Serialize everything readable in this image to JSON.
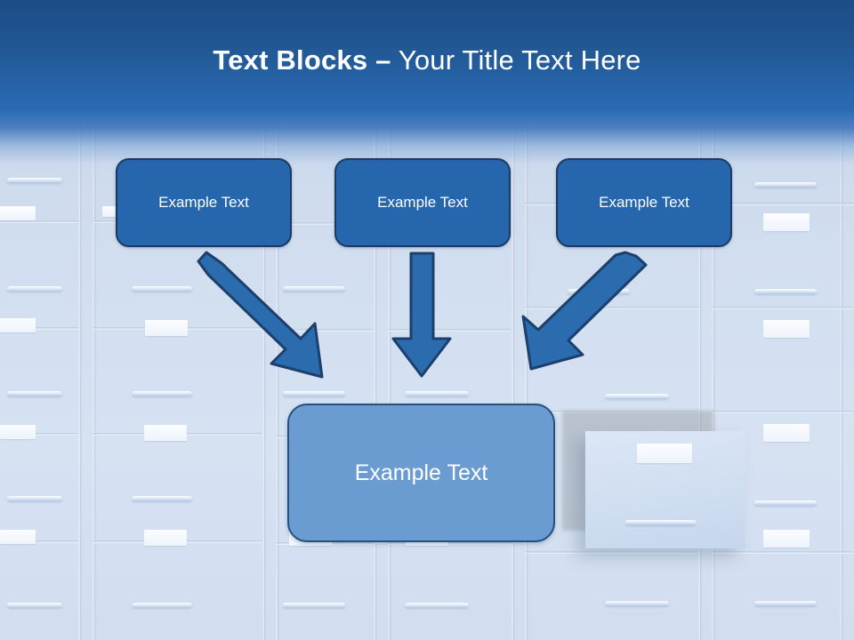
{
  "slide": {
    "title_strong": "Text Blocks –",
    "title_light": " Your Title Text Here",
    "title_full": "Text Blocks – Your Title Text Here"
  },
  "colors": {
    "banner_top": "#1c4d87",
    "banner_mid": "#2a6cb4",
    "box_top_fill": "#2566ad",
    "box_top_border": "#1b3a63",
    "box_bottom_fill": "#6a9bd1",
    "box_bottom_border": "#23527f",
    "arrow_fill": "#2b6cae",
    "arrow_border": "#1c3f6b",
    "background": "#cfdcee",
    "title_text": "#ffffff"
  },
  "nodes": {
    "top": [
      {
        "label": "Example Text"
      },
      {
        "label": "Example Text"
      },
      {
        "label": "Example Text"
      }
    ],
    "bottom": {
      "label": "Example Text"
    }
  },
  "arrows": [
    {
      "name": "arrow-left-diagonal",
      "direction": "down-right",
      "from_node": 1,
      "to_node": "bottom"
    },
    {
      "name": "arrow-center-straight",
      "direction": "down",
      "from_node": 2,
      "to_node": "bottom"
    },
    {
      "name": "arrow-right-diagonal",
      "direction": "down-left",
      "from_node": 3,
      "to_node": "bottom"
    }
  ],
  "background": {
    "description": "filing-cabinets"
  }
}
